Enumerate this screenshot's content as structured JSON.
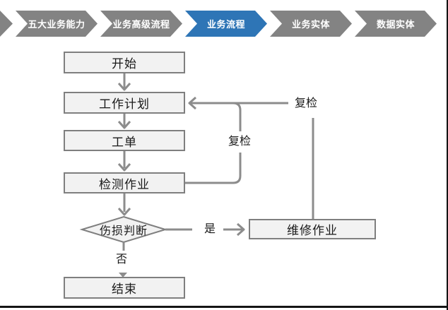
{
  "stepper": {
    "items": [
      {
        "label": "五大业务能力",
        "active": false
      },
      {
        "label": "业务高级流程",
        "active": false
      },
      {
        "label": "业务流程",
        "active": true
      },
      {
        "label": "业务实体",
        "active": false
      },
      {
        "label": "数据实体",
        "active": false
      }
    ],
    "colors": {
      "inactive": "#838383",
      "active": "#2E75B6",
      "text": "#FFFFFF"
    }
  },
  "flow": {
    "nodes": {
      "start": {
        "label": "开始",
        "type": "process"
      },
      "work_plan": {
        "label": "工作计划",
        "type": "process"
      },
      "work_order": {
        "label": "工单",
        "type": "process"
      },
      "inspection": {
        "label": "检测作业",
        "type": "process"
      },
      "damage_check": {
        "label": "伤损判断",
        "type": "decision"
      },
      "repair": {
        "label": "维修作业",
        "type": "process"
      },
      "end": {
        "label": "结束",
        "type": "process"
      }
    },
    "edge_labels": {
      "yes": "是",
      "no": "否",
      "recheck_from_inspection": "复检",
      "recheck_from_repair": "复检"
    },
    "colors": {
      "node_fill": "#F2F2F2",
      "node_border": "#7F7F7F",
      "connector": "#8C8C8C",
      "text": "#1A1A1A"
    }
  }
}
